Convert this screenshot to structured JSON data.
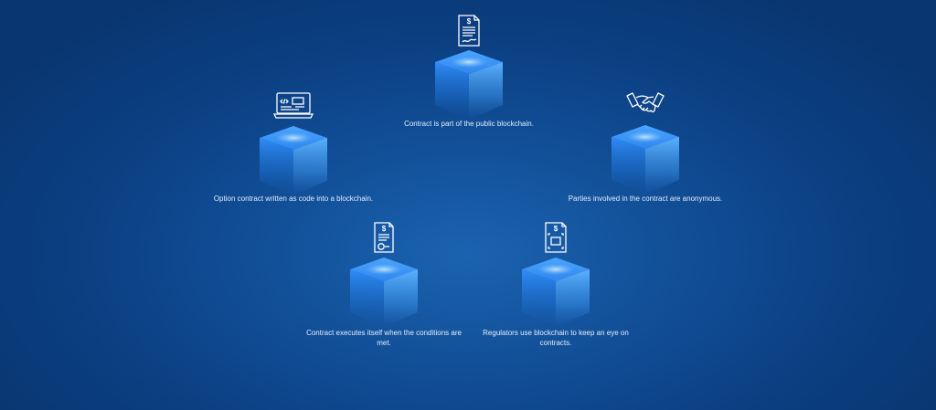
{
  "steps": [
    {
      "id": "option-contract",
      "icon": "laptop-code-icon",
      "label": "Option contract written as code into a blockchain."
    },
    {
      "id": "public-blockchain",
      "icon": "contract-document-icon",
      "label": "Contract is part of the public blockchain."
    },
    {
      "id": "anonymous-parties",
      "icon": "handshake-icon",
      "label": "Parties involved in the contract are anonymous."
    },
    {
      "id": "self-executing",
      "icon": "certificate-document-icon",
      "label": "Contract executes itself when the conditions are met."
    },
    {
      "id": "regulators",
      "icon": "scan-document-icon",
      "label": "Regulators use blockchain to keep an eye on contracts."
    }
  ]
}
